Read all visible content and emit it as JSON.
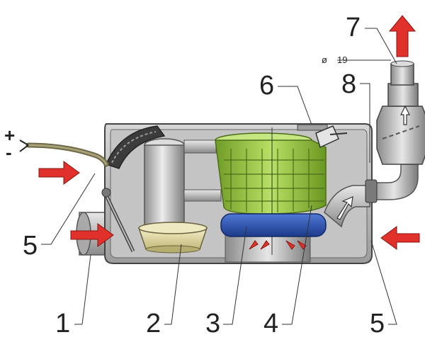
{
  "diagram": {
    "callouts": [
      "1",
      "2",
      "3",
      "4",
      "5",
      "5",
      "6",
      "7",
      "8"
    ],
    "dimension": {
      "symbol": "ø",
      "value": "19"
    },
    "terminals": {
      "plus": "+",
      "minus": "-"
    },
    "colors": {
      "housing": "#b5b5b5",
      "motor": "#c9c9c9",
      "filter_basket": "#8fbf3a",
      "membrane": "#2a4fa8",
      "arrow": "#e0312b",
      "cable": "#8a8358"
    }
  }
}
